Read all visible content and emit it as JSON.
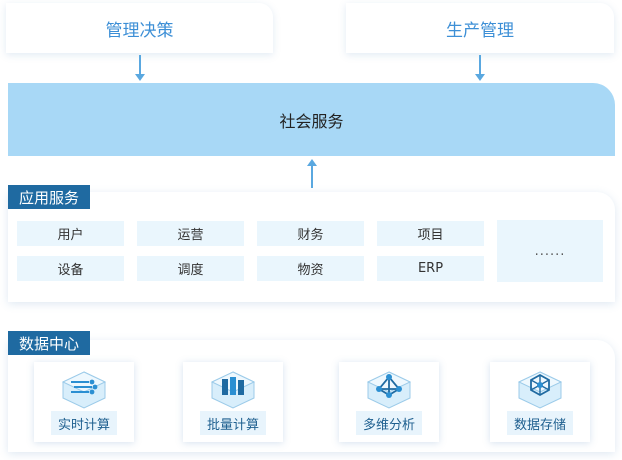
{
  "top": {
    "decision": "管理决策",
    "production": "生产管理"
  },
  "social_service": "社会服务",
  "app_service": {
    "title": "应用服务",
    "items": [
      "用户",
      "运营",
      "财务",
      "项目",
      "设备",
      "调度",
      "物资",
      "ERP"
    ],
    "more": "......"
  },
  "data_center": {
    "title": "数据中心",
    "items": [
      {
        "label": "实时计算",
        "icon": "realtime-compute-icon"
      },
      {
        "label": "批量计算",
        "icon": "batch-compute-icon"
      },
      {
        "label": "多维分析",
        "icon": "multidimensional-analysis-icon"
      },
      {
        "label": "数据存储",
        "icon": "data-storage-icon"
      }
    ]
  },
  "colors": {
    "accent": "#3d8fd6",
    "band": "#a8d8f6",
    "tag": "#1f6aa1",
    "cell": "#eaf6fd"
  }
}
